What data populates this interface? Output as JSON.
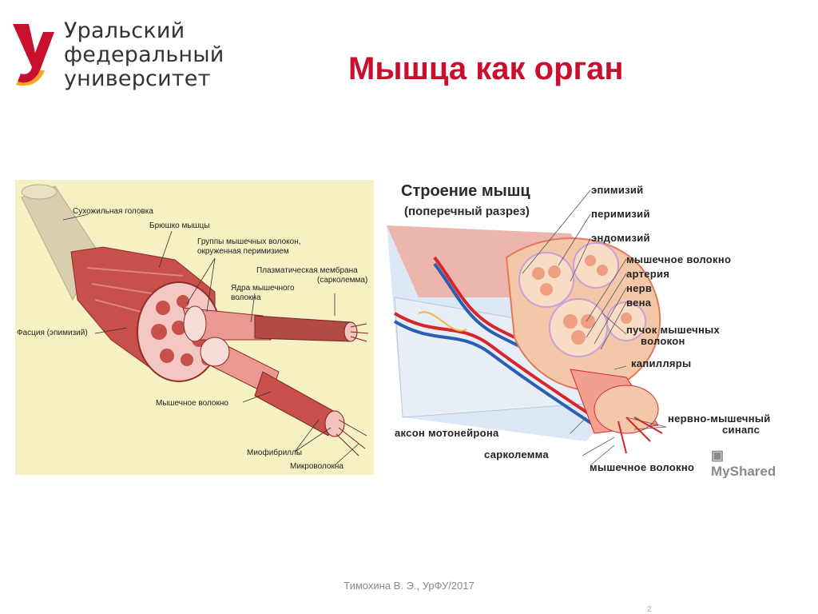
{
  "logo": {
    "line1": "Уральский",
    "line2": "федеральный",
    "line3": "университет",
    "colors": {
      "red": "#c8102e",
      "orange": "#f5a623",
      "text": "#333333"
    }
  },
  "slide": {
    "title": "Мышца как орган",
    "footer": "Тимохина В. Э., УрФУ/2017",
    "page_number": "2"
  },
  "left_diagram": {
    "labels": {
      "tendon_head": "Сухожильная головка",
      "belly": "Брюшко мышцы",
      "groups_1": "Группы мышечных волокон,",
      "groups_2": "окруженная перимизием",
      "membrane_1": "Плазматическая мембрана",
      "membrane_2": "(сарколемма)",
      "nuclei_1": "Ядра мышечного",
      "nuclei_2": "волокна",
      "fascia": "Фасция (эпимизий)",
      "fiber": "Мышечное волокно",
      "myofibrils": "Миофибриллы",
      "microfibers": "Микроволокна"
    }
  },
  "right_diagram": {
    "title": "Строение мышц",
    "subtitle": "(поперечный разрез)",
    "labels": {
      "epimysium": "эпимизий",
      "perimysium": "перимизий",
      "endomysium": "эндомизий",
      "muscle_fiber": "мышечное волокно",
      "artery": "артерия",
      "nerve": "нерв",
      "vein": "вена",
      "bundle_1": "пучок мышечных",
      "bundle_2": "волокон",
      "capillaries": "капилляры",
      "synapse_1": "нервно-мышечный",
      "synapse_2": "синапс",
      "axon": "аксон мотонейрона",
      "sarcolemma": "сарколемма",
      "muscle_fiber_2": "мышечное волокно"
    },
    "watermark": "MyShared"
  }
}
